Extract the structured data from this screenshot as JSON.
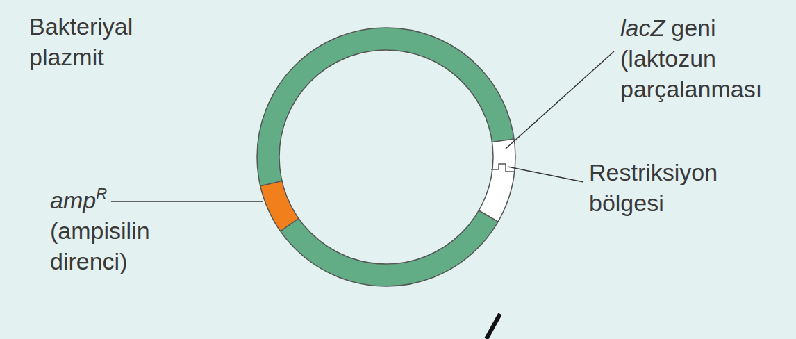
{
  "diagram": {
    "labels": [
      "Bakteriyal plazmit",
      "amp",
      "R",
      "(ampisilin direnci)",
      "lacZ",
      "geni",
      "(laktozun parçalanması",
      "Restriksiyon bölgesi"
    ]
  }
}
